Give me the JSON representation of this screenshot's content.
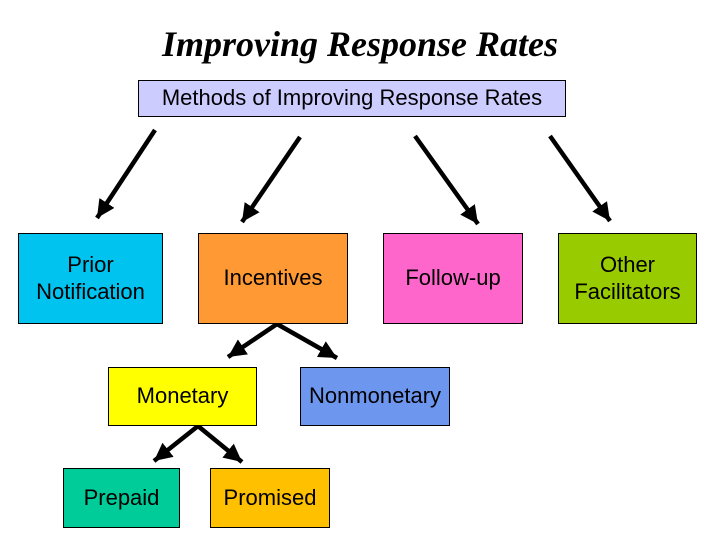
{
  "slide": {
    "title": "Improving Response Rates"
  },
  "nodes": {
    "root": {
      "label": "Methods of Improving Response Rates",
      "bg": "#CCCCFF"
    },
    "prior_notification": {
      "label": "Prior Notification",
      "bg": "#00C3F0"
    },
    "incentives": {
      "label": "Incentives",
      "bg": "#FF9933"
    },
    "follow_up": {
      "label": "Follow-up",
      "bg": "#FF66CC"
    },
    "other_facilitators": {
      "label": "Other Facilitators",
      "bg": "#99CC00"
    },
    "monetary": {
      "label": "Monetary",
      "bg": "#FFFF00"
    },
    "nonmonetary": {
      "label": "Nonmonetary",
      "bg": "#6D96EF"
    },
    "prepaid": {
      "label": "Prepaid",
      "bg": "#00CC99"
    },
    "promised": {
      "label": "Promised",
      "bg": "#FFC000"
    }
  },
  "edges": [
    {
      "from": "root",
      "to": "prior_notification"
    },
    {
      "from": "root",
      "to": "incentives"
    },
    {
      "from": "root",
      "to": "follow_up"
    },
    {
      "from": "root",
      "to": "other_facilitators"
    },
    {
      "from": "incentives",
      "to": "monetary"
    },
    {
      "from": "incentives",
      "to": "nonmonetary"
    },
    {
      "from": "monetary",
      "to": "prepaid"
    },
    {
      "from": "monetary",
      "to": "promised"
    }
  ],
  "colors": {
    "arrow": "#000000",
    "text": "#000000",
    "background": "#FFFFFF"
  }
}
